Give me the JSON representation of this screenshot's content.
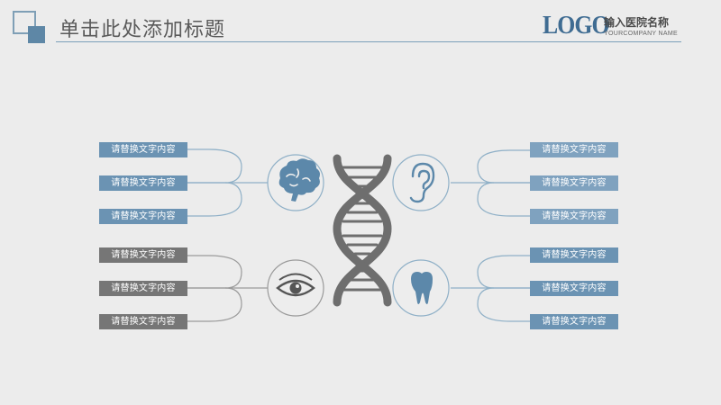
{
  "header": {
    "title": "单击此处添加标题",
    "logo": "LOGO",
    "hospital_name": "输入医院名称",
    "company": "YOURCOMPANY NAME"
  },
  "left_top": {
    "icon": "brain-icon",
    "items": [
      "请替换文字内容",
      "请替换文字内容",
      "请替换文字内容"
    ]
  },
  "left_bottom": {
    "icon": "eye-icon",
    "items": [
      "请替换文字内容",
      "请替换文字内容",
      "请替换文字内容"
    ]
  },
  "right_top": {
    "icon": "ear-icon",
    "items": [
      "请替换文字内容",
      "请替换文字内容",
      "请替换文字内容"
    ]
  },
  "right_bottom": {
    "icon": "tooth-icon",
    "items": [
      "请替换文字内容",
      "请替换文字内容",
      "请替换文字内容"
    ]
  },
  "colors": {
    "blue": "#6b93b3",
    "gray": "#767676",
    "dna": "#6e6e6e",
    "accent": "#3f6c92"
  }
}
